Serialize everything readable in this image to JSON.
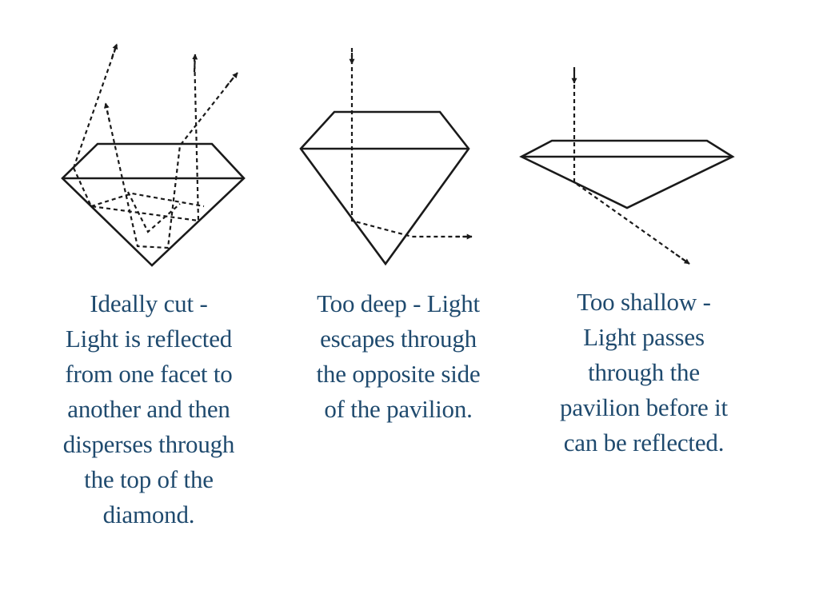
{
  "panels": [
    {
      "id": "ideal",
      "caption_lines": [
        "Ideally cut -",
        "Light is reflected",
        "from one facet to",
        "another and then",
        "disperses through",
        "the top of the",
        "diamond."
      ]
    },
    {
      "id": "deep",
      "caption_lines": [
        "Too deep - Light",
        "escapes through",
        "the opposite side",
        "of the pavilion."
      ]
    },
    {
      "id": "shallow",
      "caption_lines": [
        "Too shallow -",
        "Light passes",
        "through the",
        "pavilion before it",
        "can be reflected."
      ]
    }
  ],
  "colors": {
    "caption_text": "#1f4a6e",
    "line": "#1a1a1a",
    "background": "#ffffff"
  }
}
